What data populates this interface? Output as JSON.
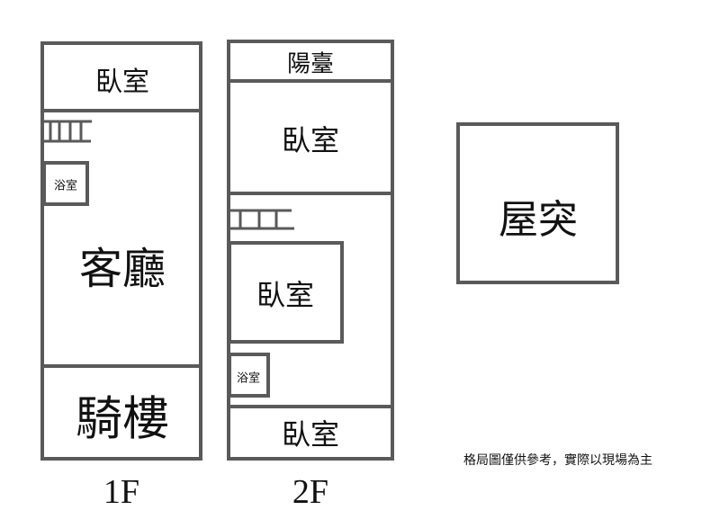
{
  "floors": {
    "f1": {
      "label": "1F",
      "rooms": {
        "bedroom": "臥室",
        "bath": "浴室",
        "living": "客廳",
        "arcade": "騎樓"
      }
    },
    "f2": {
      "label": "2F",
      "rooms": {
        "balcony": "陽臺",
        "bedroom_top": "臥室",
        "bedroom_mid": "臥室",
        "bath": "浴室",
        "bedroom_bottom": "臥室"
      }
    },
    "roof": {
      "label": "屋突"
    }
  },
  "note": "格局圖僅供參考，實際以現場為主",
  "colors": {
    "wall": "#5a5a5a",
    "text": "#111111"
  }
}
